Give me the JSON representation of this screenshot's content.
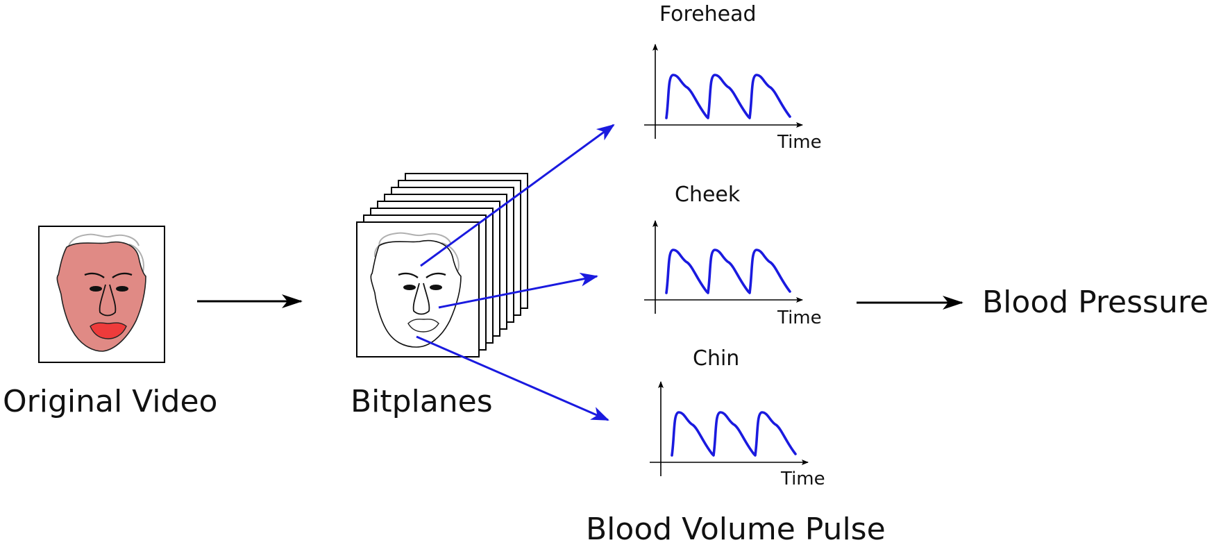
{
  "labels": {
    "original_video": "Original Video",
    "bitplanes": "Bitplanes",
    "blood_pressure": "Blood Pressure",
    "blood_volume_pulse": "Blood Volume Pulse"
  },
  "regions": [
    {
      "name": "Forehead",
      "x_axis_label": "Time"
    },
    {
      "name": "Cheek",
      "x_axis_label": "Time"
    },
    {
      "name": "Chin",
      "x_axis_label": "Time"
    }
  ],
  "colors": {
    "face_fill": "#e08a85",
    "lips": "#ee3b3b",
    "signal": "#1a1adf",
    "arrow_black": "#000000",
    "arrow_blue": "#1a1adf",
    "hair": "#b0b0b0"
  },
  "bitplane_frame_count": 8
}
